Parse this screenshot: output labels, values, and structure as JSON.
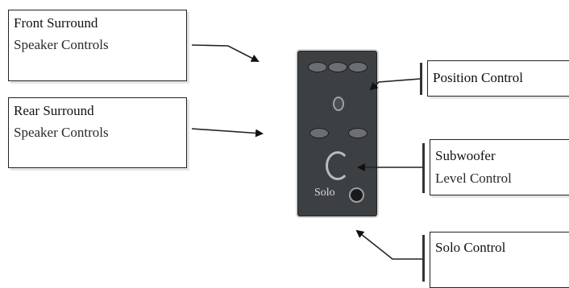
{
  "labels": {
    "front": {
      "line1": "Front Surround",
      "line2": "Speaker Controls"
    },
    "rear": {
      "line1": "Rear Surround",
      "line2": "Speaker Controls"
    },
    "position": "Position Control",
    "subwoofer": {
      "line1": "Subwoofer",
      "line2": "Level Control"
    },
    "solo": "Solo Control"
  },
  "device": {
    "solo_label": "Solo",
    "panel_color": "#3d4043",
    "knob_color": "#6b6f73"
  },
  "icons": {
    "arrow": "arrow-icon",
    "knob": "knob-icon",
    "button": "button-icon"
  }
}
